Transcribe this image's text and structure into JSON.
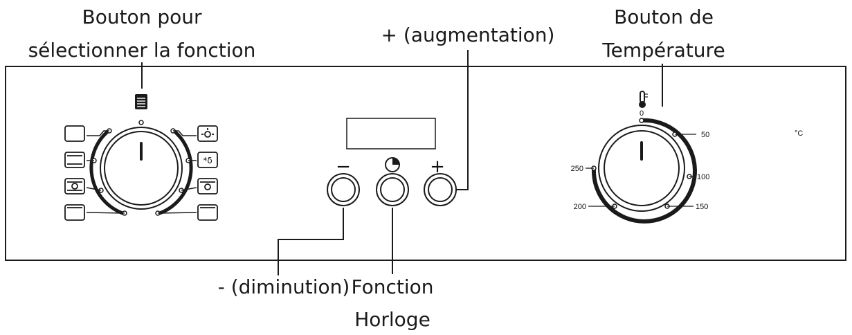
{
  "labels": {
    "function_selector": [
      "Bouton pour",
      "sélectionner la fonction"
    ],
    "increase": "+ (augmentation)",
    "temperature": [
      "Bouton de",
      "Température"
    ],
    "decrease": "- (diminution)",
    "clock": [
      "Fonction",
      "Horloge"
    ]
  },
  "buttons": {
    "minus_symbol": "−",
    "plus_symbol": "+"
  },
  "temperature_scale": {
    "values": [
      "0",
      "50",
      "100",
      "150",
      "200",
      "250"
    ],
    "unit": "°C"
  },
  "icons": {
    "function_selector": "menu-lines-icon",
    "clock": "clock-icon",
    "temperature": "thermometer-icon"
  },
  "colors": {
    "line": "#1a1a1a",
    "background": "#ffffff"
  }
}
